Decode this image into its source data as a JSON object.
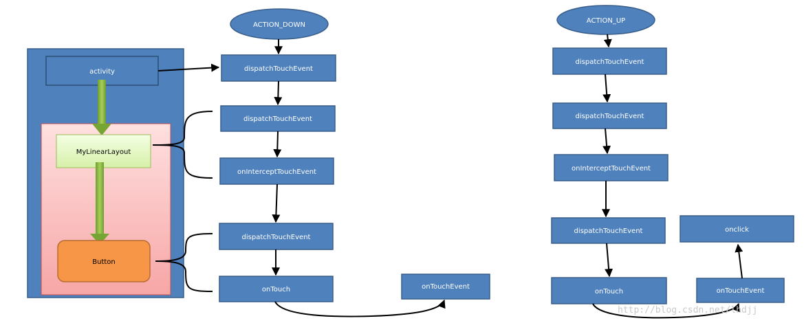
{
  "down_flow": {
    "start": "ACTION_DOWN",
    "activity_dispatch": "dispatchTouchEvent",
    "layout_dispatch": "dispatchTouchEvent",
    "layout_intercept": "onInterceptTouchEvent",
    "button_dispatch": "dispatchTouchEvent",
    "button_ontouch": "onTouch",
    "button_ontouchevent": "onTouchEvent"
  },
  "view_hierarchy": {
    "activity": "activity",
    "layout": "MyLinearLayout",
    "button": "Button"
  },
  "up_flow": {
    "start": "ACTION_UP",
    "activity_dispatch": "dispatchTouchEvent",
    "layout_dispatch": "dispatchTouchEvent",
    "layout_intercept": "onInterceptTouchEvent",
    "button_dispatch": "dispatchTouchEvent",
    "button_ontouch": "onTouch",
    "button_ontouchevent": "onTouchEvent",
    "onclick": "onclick"
  },
  "watermark": "http://blog.csdn.net/lhdjj",
  "colors": {
    "box_fill": "#4f81bd",
    "box_stroke": "#385d8a",
    "layout_fill": "#e6f7c8",
    "button_fill": "#f79646",
    "pink_fill": "#ffd0d0"
  }
}
